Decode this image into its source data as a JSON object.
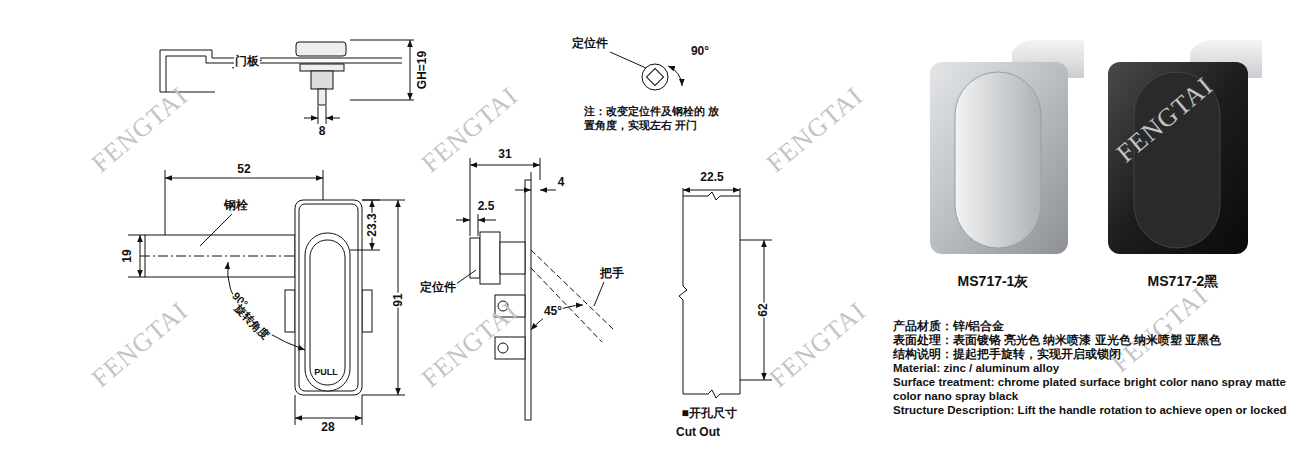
{
  "diagram": {
    "labels": [
      "门板",
      "GH=19",
      "8",
      "定位件",
      "90°",
      "注：改变定位件及钢栓的 放置角度，实现左右 开门",
      "52",
      "钢栓",
      "19",
      "23.3",
      "91",
      "90°",
      "旋转角度",
      "PULL",
      "28",
      "31",
      "4",
      "2.5",
      "定位件",
      "把手",
      "45°",
      "22.5",
      "62",
      "■开孔尺寸",
      "Cut Out",
      "MS717-1灰",
      "MS717-2黑",
      "产品材质：锌/铝合金",
      "表面处理：表面镀铬 亮光色 纳米喷漆 亚光色 纳米喷塑 亚黑色",
      "结构说明：提起把手旋转，实现开启或锁闭",
      "Material: zinc / aluminum alloy",
      "Surface treatment: chrome plated surface bright color nano spray matte color nano spray black",
      "Structure Description: Lift the handle rotation to achieve open or locked",
      "FENGTAI",
      "FENGTAI",
      "FENGTAI",
      "FENGTAI",
      "FENGTAI",
      "FENGTAI",
      "FENGTAI",
      "FENGTAI"
    ]
  }
}
